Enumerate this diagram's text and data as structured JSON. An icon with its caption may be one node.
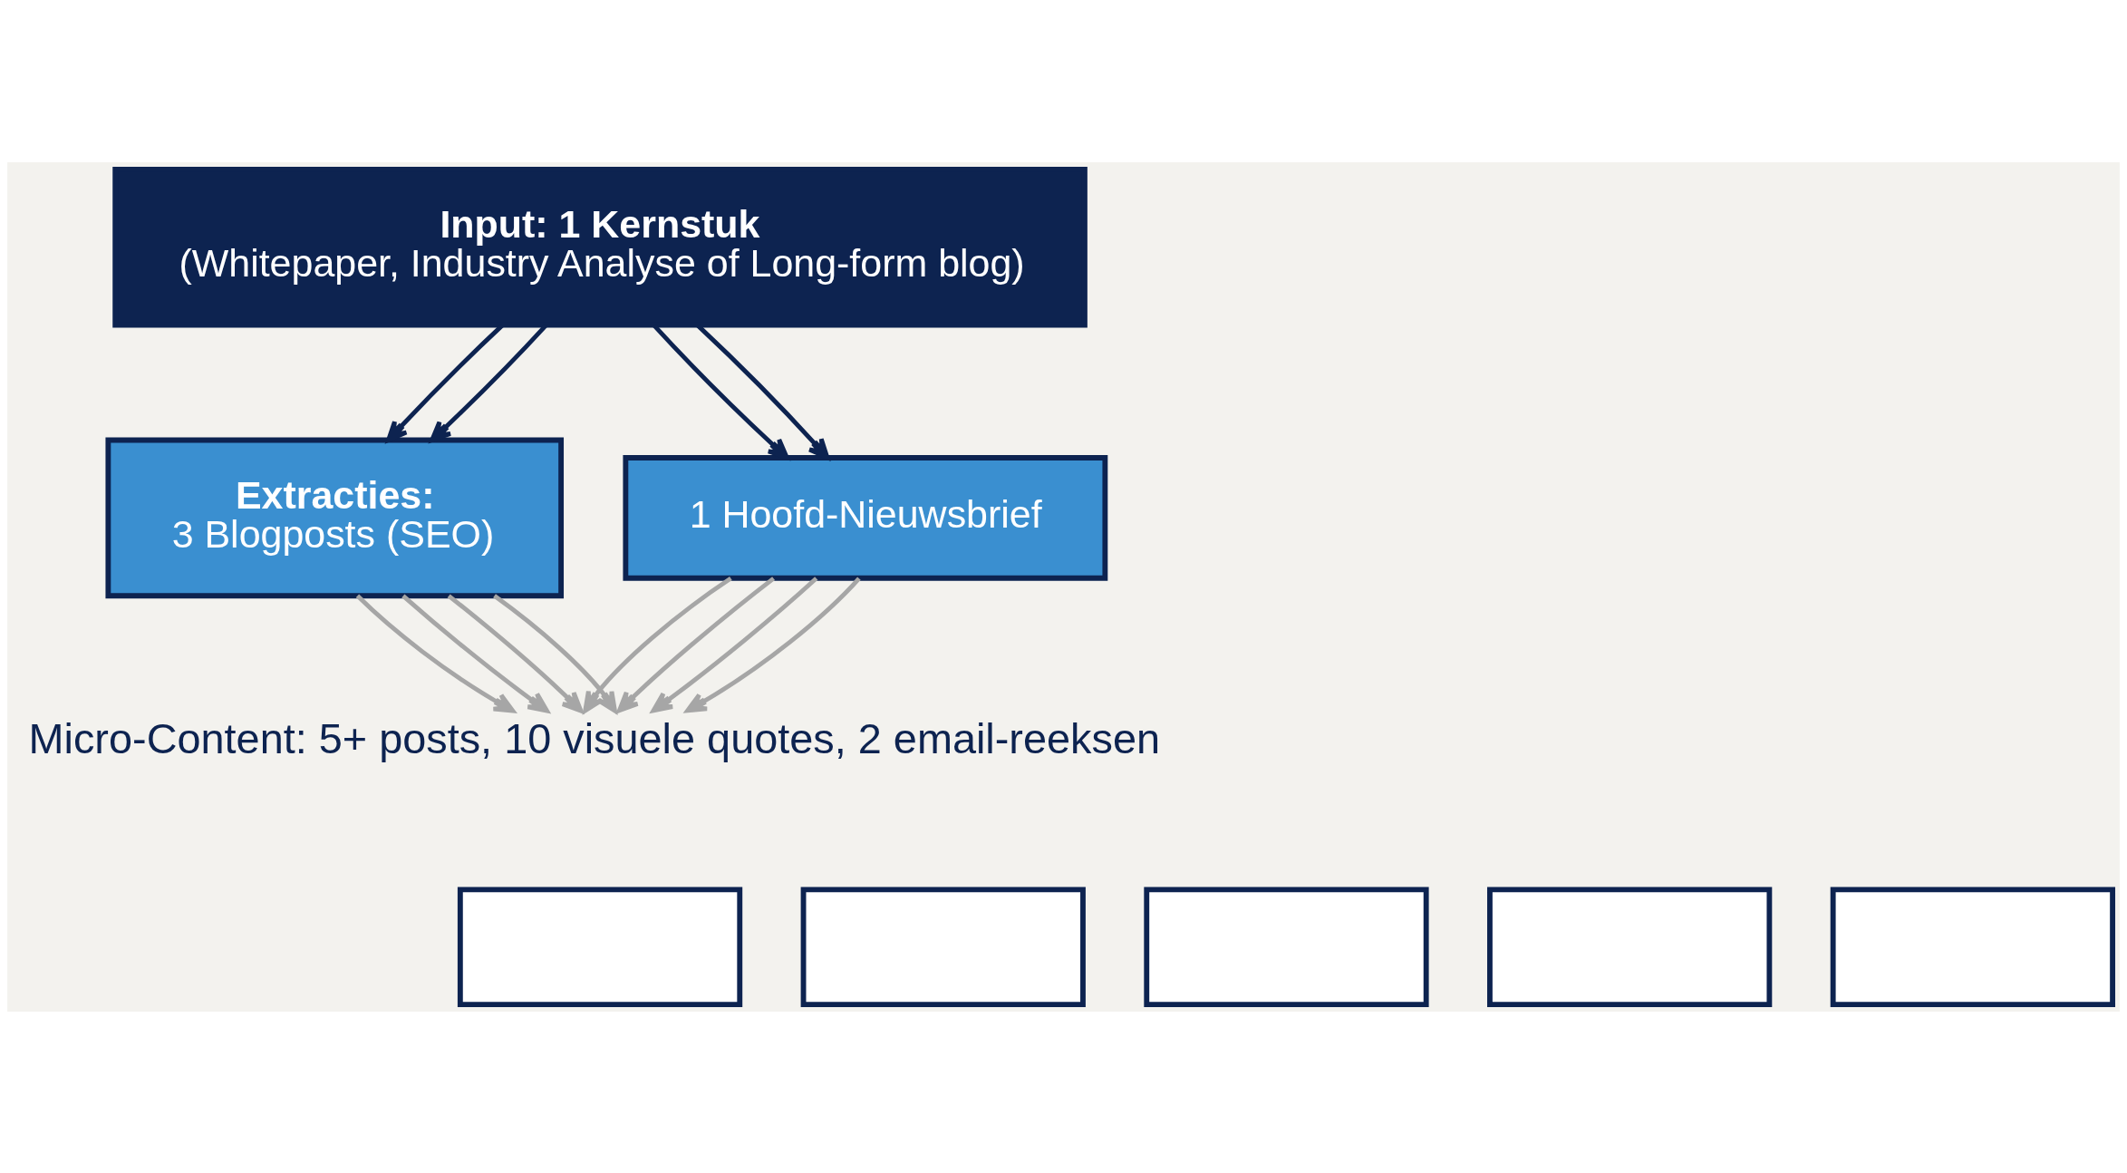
{
  "diagram": {
    "nodes": [
      {
        "text": [
          "Input: 1 Kernstuk",
          "(Whitepaper, Industry Analyse of Long-form blog)"
        ]
      },
      {
        "text": [
          "Extracties:",
          "3 Blogposts (SEO)"
        ]
      },
      {
        "text": [
          "1 Hoofd-Nieuwsbrief"
        ]
      },
      {
        "text": [
          "Micro-Content: 5+ posts, 10 visuele quotes, 2 email-reeksen"
        ]
      },
      {
        "text": [],
        "shape": "box"
      },
      {
        "text": [],
        "shape": "box"
      },
      {
        "text": [],
        "shape": "box"
      },
      {
        "text": [],
        "shape": "box"
      },
      {
        "text": [],
        "shape": "box"
      }
    ],
    "edges": [
      {
        "from": 0,
        "to": 1,
        "arrow": "to",
        "color": "#0d2350"
      },
      {
        "from": 0,
        "to": 1,
        "arrow": "to",
        "color": "#0d2350"
      },
      {
        "from": 0,
        "to": 2,
        "arrow": "to",
        "color": "#0d2350"
      },
      {
        "from": 0,
        "to": 2,
        "arrow": "to",
        "color": "#0d2350"
      },
      {
        "from": 1,
        "to": 3,
        "arrow": "to",
        "color": "#a6a6a6"
      },
      {
        "from": 1,
        "to": 3,
        "arrow": "to",
        "color": "#a6a6a6"
      },
      {
        "from": 1,
        "to": 3,
        "arrow": "to",
        "color": "#a6a6a6"
      },
      {
        "from": 1,
        "to": 3,
        "arrow": "to",
        "color": "#a6a6a6"
      },
      {
        "from": 2,
        "to": 3,
        "arrow": "to",
        "color": "#a6a6a6"
      },
      {
        "from": 2,
        "to": 3,
        "arrow": "to",
        "color": "#a6a6a6"
      },
      {
        "from": 2,
        "to": 3,
        "arrow": "to",
        "color": "#a6a6a6"
      },
      {
        "from": 2,
        "to": 3,
        "arrow": "to",
        "color": "#a6a6a6"
      }
    ]
  }
}
